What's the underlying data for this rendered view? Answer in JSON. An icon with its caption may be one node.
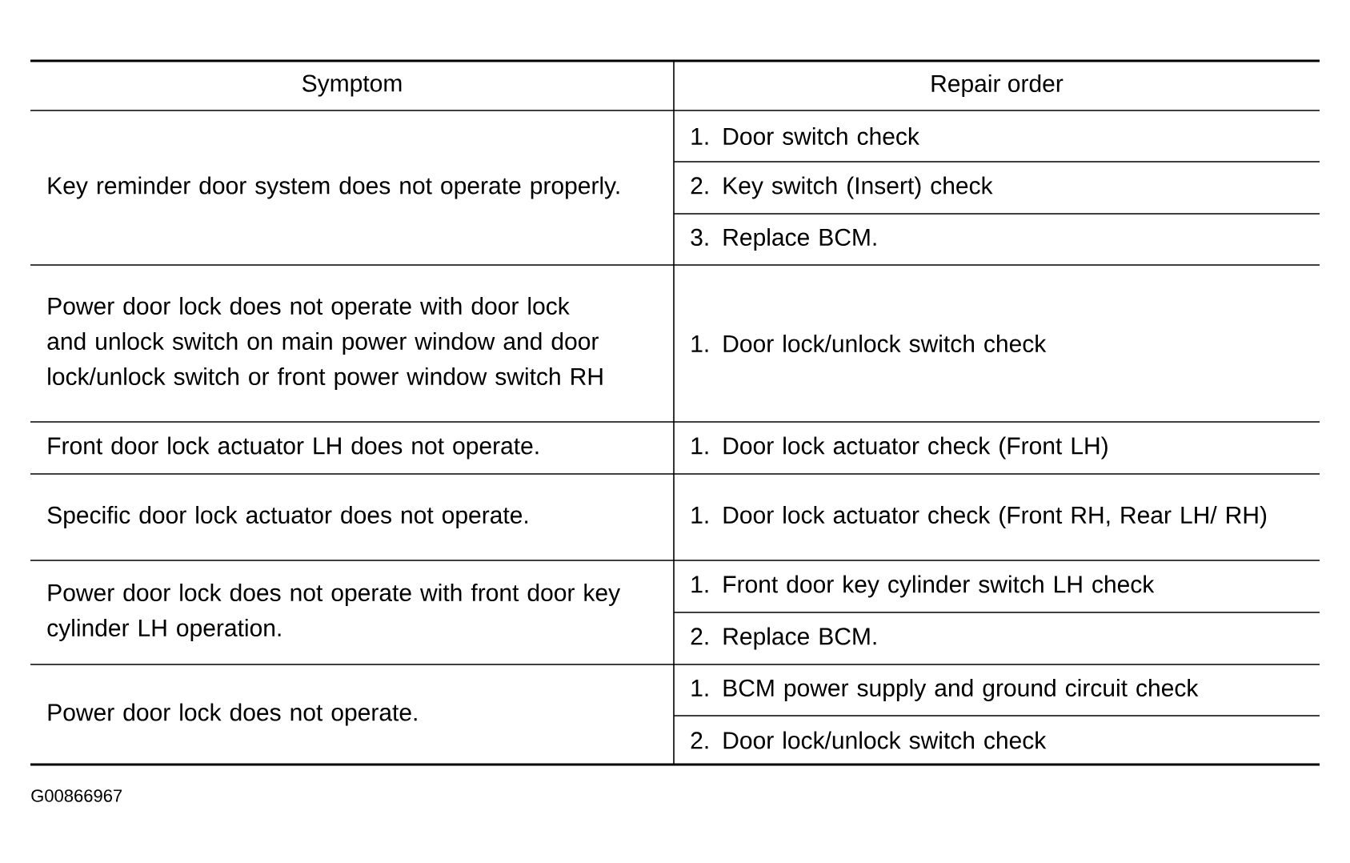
{
  "diagram": {
    "labels": [
      "Symptom",
      "Repair order",
      "Key reminder door system does not operate properly.",
      "1. Door switch check",
      "2. Key switch (Insert) check",
      "3. Replace BCM.",
      "Power door lock does not operate with door lock and unlock switch on main power window and door lock/unlock switch or front power window switch RH",
      "1. Door lock/unlock switch check",
      "Front door lock actuator LH does not operate.",
      "1. Door lock actuator check (Front LH)",
      "Specific door lock actuator does not operate.",
      "1. Door lock actuator check (Front RH, Rear LH/ RH)",
      "Power door lock does not operate with front door key cylinder LH operation.",
      "1. Front door key cylinder switch LH check",
      "2. Replace BCM.",
      "Power door lock does not operate.",
      "1. BCM power supply and ground circuit check",
      "2. Door lock/unlock switch check",
      "G00866967"
    ]
  }
}
